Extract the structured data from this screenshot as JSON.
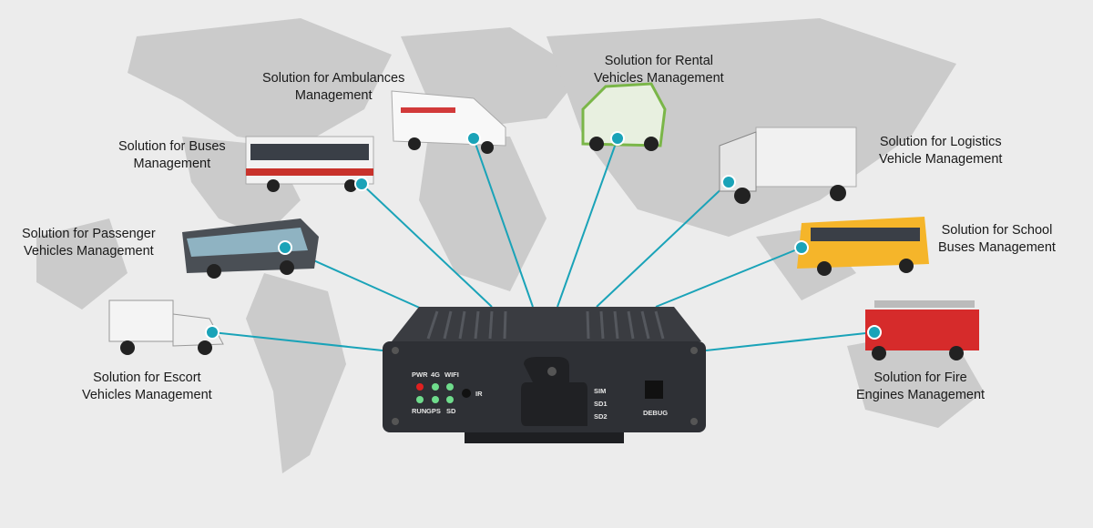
{
  "solutions": [
    {
      "id": "escort",
      "line1": "Solution for Escort",
      "line2": "Vehicles Management"
    },
    {
      "id": "passenger",
      "line1": "Solution for Passenger",
      "line2": "Vehicles Management"
    },
    {
      "id": "buses",
      "line1": "Solution for Buses",
      "line2": "Management"
    },
    {
      "id": "ambulances",
      "line1": "Solution for Ambulances",
      "line2": "Management"
    },
    {
      "id": "rental",
      "line1": "Solution for Rental",
      "line2": "Vehicles Management"
    },
    {
      "id": "logistics",
      "line1": "Solution for Logistics",
      "line2": "Vehicle Management"
    },
    {
      "id": "school",
      "line1": "Solution for School",
      "line2": "Buses Management"
    },
    {
      "id": "fire",
      "line1": "Solution for Fire",
      "line2": "Engines Management"
    }
  ],
  "device": {
    "leds_top": [
      "PWR",
      "4G",
      "WIFI"
    ],
    "leds_bottom": [
      "RUN",
      "GPS",
      "SD"
    ],
    "ir": "IR",
    "slots": [
      "SIM",
      "SD1",
      "SD2"
    ],
    "debug": "DEBUG"
  },
  "colors": {
    "connector": "#1aa3b8",
    "map": "#c9c9c9",
    "device": "#2e3035",
    "led_red": "#e02020",
    "led_green": "#6fdc8c"
  }
}
